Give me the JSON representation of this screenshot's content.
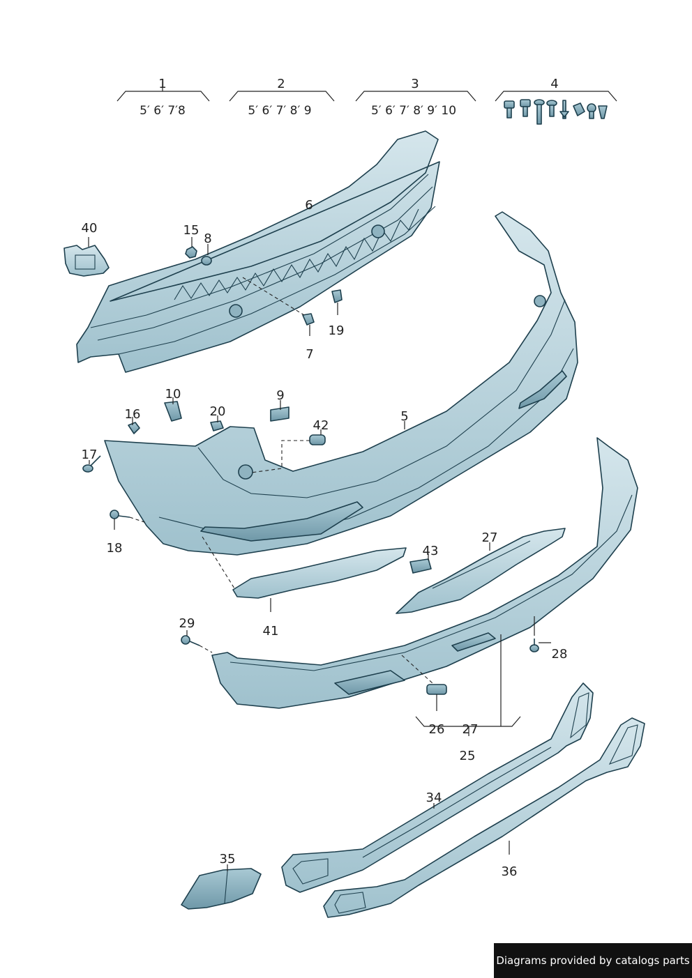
{
  "groups": [
    {
      "number": "1",
      "variants": "5′ 6′ 7′8"
    },
    {
      "number": "2",
      "variants": "5′ 6′ 7′ 8′ 9"
    },
    {
      "number": "3",
      "variants": "5′ 6′ 7′ 8′ 9′ 10"
    },
    {
      "number": "4",
      "variants": ""
    }
  ],
  "callouts": {
    "p40": "40",
    "p15": "15",
    "p8": "8",
    "p6": "6",
    "p19": "19",
    "p7": "7",
    "p10": "10",
    "p9": "9",
    "p16": "16",
    "p20": "20",
    "p42": "42",
    "p5": "5",
    "p17": "17",
    "p18": "18",
    "p27a": "27",
    "p43": "43",
    "p41": "41",
    "p29": "29",
    "p28": "28",
    "p26": "26",
    "p27b": "27",
    "p25": "25",
    "p34": "34",
    "p36": "36",
    "p35": "35"
  },
  "footer": {
    "text": "Diagrams provided by catalogs parts"
  },
  "colors": {
    "part_fill": "#b8d4dd",
    "part_shadow": "#8fb3c0",
    "outline": "#1d3f4d",
    "footer_bg": "#111111"
  }
}
